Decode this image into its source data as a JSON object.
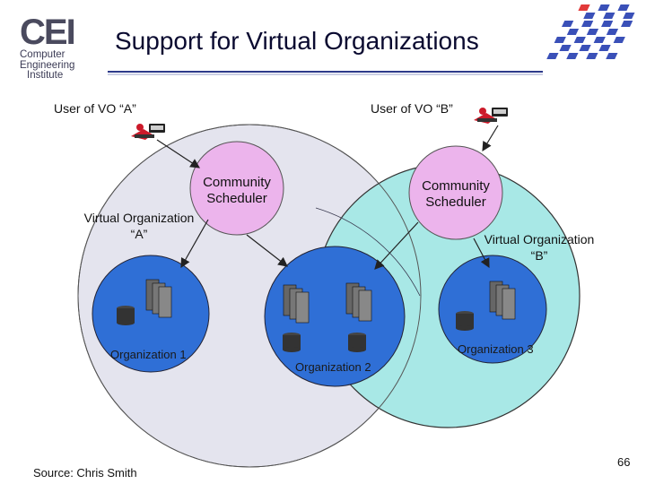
{
  "logo": {
    "initials": "CEI",
    "line1": "Computer",
    "line2": "Engineering",
    "line3": "Institute"
  },
  "slide": {
    "title": "Support for Virtual Organizations",
    "source": "Source: Chris Smith",
    "page_number": "66"
  },
  "users": {
    "a": "User of VO “A”",
    "b": "User of VO “B”"
  },
  "schedulers": {
    "a": "Community Scheduler",
    "b": "Community Scheduler"
  },
  "virtual_orgs": {
    "a": "Virtual Organization “A”",
    "b": "Virtual Organization “B”"
  },
  "organizations": {
    "org1": "Organization 1",
    "org2": "Organization 2",
    "org3": "Organization 3"
  },
  "colors": {
    "vo_a_fill": "#e4e4ee",
    "vo_b_fill": "#a8e8e6",
    "scheduler_fill": "#ecb4ec",
    "org_fill": "#2f6fd6",
    "header_line": "#2d3a8a"
  }
}
